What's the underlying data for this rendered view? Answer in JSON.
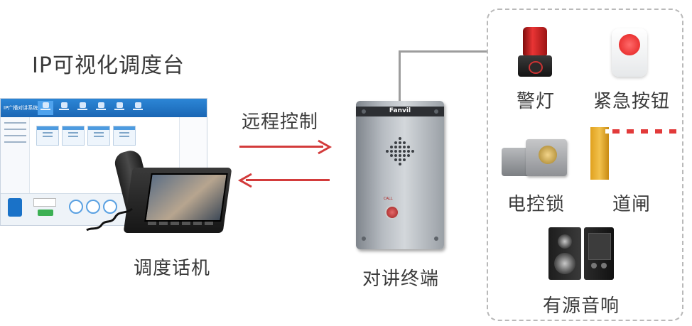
{
  "labels": {
    "dispatch_platform": "IP可视化调度台",
    "dispatch_phone": "调度话机",
    "remote_control": "远程控制",
    "intercom_terminal": "对讲终端",
    "warning_light": "警灯",
    "emergency_button": "紧急按钮",
    "electric_lock": "电控锁",
    "barrier_gate": "道闸",
    "active_speaker": "有源音响"
  },
  "software": {
    "app_title": "IP广播对讲系统"
  },
  "intercom": {
    "brand": "Fanvil",
    "call_text": "CALL"
  },
  "colors": {
    "arrow": "#d33b3b",
    "dashed_border": "#b9b9b9",
    "wire": "#9d9d9d",
    "software_header": "#1a66b4"
  },
  "icons": [
    "alarm-light-icon",
    "emergency-button-icon",
    "electric-lock-icon",
    "barrier-gate-icon",
    "speaker-icon"
  ]
}
